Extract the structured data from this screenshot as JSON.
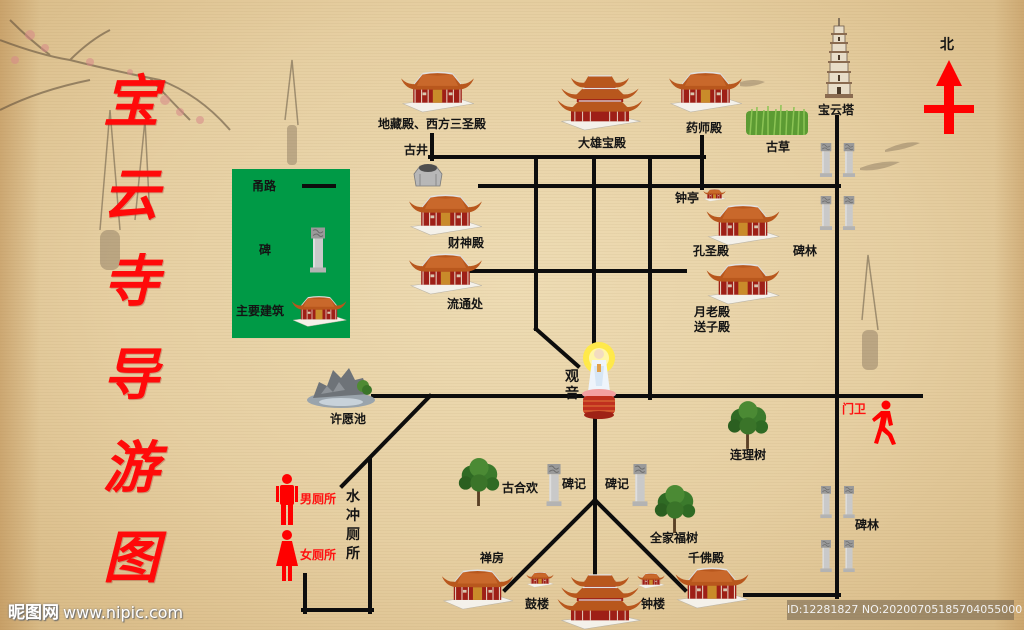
{
  "title": {
    "chars": [
      "宝",
      "云",
      "寺",
      "导",
      "游",
      "图"
    ]
  },
  "legend": {
    "road_label": "甬路",
    "stele_label": "碑",
    "building_label": "主要建筑",
    "bg_color": "#009a46"
  },
  "compass": {
    "label": "北",
    "color": "#ff0000"
  },
  "places": {
    "dizang": "地藏殿、西方三圣殿",
    "daxiong": "大雄宝殿",
    "yaoshi": "药师殿",
    "gucao": "古草",
    "baoyunta": "宝云塔",
    "gujing": "古井",
    "caishen": "财神殿",
    "liutong": "流通处",
    "zhongting": "钟亭",
    "kongsheng": "孔圣殿",
    "beilin_upper": "碑林",
    "yuelao": "月老殿",
    "songzi": "送子殿",
    "guanyin": [
      "观",
      "音"
    ],
    "xuyuanchi": "许愿池",
    "menwei": "门卫",
    "lianlishu": "连理树",
    "guhehuan": "古合欢",
    "beiji_left": "碑记",
    "beiji_right": "碑记",
    "quanjiafu": "全家福树",
    "qianfo": "千佛殿",
    "men_toilet": "男厕所",
    "women_toilet": "女厕所",
    "flush_toilet": [
      "水",
      "冲",
      "厕",
      "所"
    ],
    "chanfang": "禅房",
    "gulou": "鼓楼",
    "zhonglou": "钟楼",
    "beilin_lower": "碑林"
  },
  "roads": [
    [
      432,
      135,
      432,
      159
    ],
    [
      430,
      157,
      704,
      157
    ],
    [
      702,
      137,
      702,
      188
    ],
    [
      480,
      186,
      839,
      186
    ],
    [
      837,
      117,
      837,
      597
    ],
    [
      536,
      157,
      536,
      329
    ],
    [
      536,
      329,
      578,
      366
    ],
    [
      594,
      157,
      594,
      345
    ],
    [
      650,
      157,
      650,
      398
    ],
    [
      470,
      271,
      685,
      271
    ],
    [
      373,
      396,
      921,
      396
    ],
    [
      430,
      396,
      342,
      486
    ],
    [
      370,
      460,
      370,
      612
    ],
    [
      303,
      610,
      372,
      610
    ],
    [
      305,
      575,
      305,
      612
    ],
    [
      595,
      418,
      595,
      576
    ],
    [
      595,
      500,
      505,
      590
    ],
    [
      595,
      500,
      685,
      590
    ],
    [
      745,
      595,
      839,
      595
    ],
    [
      302,
      186,
      335,
      186
    ]
  ],
  "colors": {
    "title_red": "#ff0a0a",
    "road": "#0d0d0d",
    "roof": "#b8571d",
    "wall": "#9e1f17",
    "label_red": "#ff1010"
  },
  "watermark": {
    "brand": "昵图网",
    "url": "www.nipic.com"
  },
  "image_id": "ID:12281827 NO:20200705185704055000"
}
